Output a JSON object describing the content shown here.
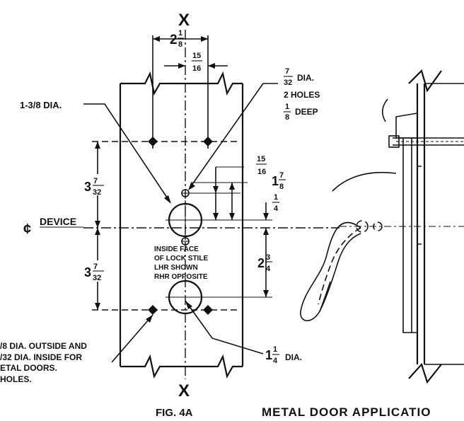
{
  "section_mark_top": "X",
  "section_mark_bottom": "X",
  "dimensions": {
    "width_whole": "2",
    "width_num": "1",
    "width_den": "8",
    "offset_num": "15",
    "offset_den": "16",
    "upper_whole": "3",
    "upper_num": "7",
    "upper_den": "32",
    "lower_whole": "3",
    "lower_num": "7",
    "lower_den": "32",
    "side_num": "15",
    "side_den": "16",
    "mid_whole": "1",
    "mid_num": "7",
    "mid_den": "8",
    "small_num": "1",
    "small_den": "4",
    "drop_whole": "2",
    "drop_num": "3",
    "drop_den": "4"
  },
  "callouts": {
    "large_hole": "1-3/8 DIA.",
    "small_holes_num": "7",
    "small_holes_den": "32",
    "small_holes_dia": "DIA.",
    "small_holes_count": "2 HOLES",
    "depth_num": "1",
    "depth_den": "8",
    "depth_label": "DEEP",
    "bottom_hole_whole": "1",
    "bottom_hole_num": "1",
    "bottom_hole_den": "4",
    "bottom_hole_dia": "DIA.",
    "mount_line1": "/8 DIA. OUTSIDE AND",
    "mount_line2": "/32 DIA. INSIDE FOR",
    "mount_line3": "ETAL DOORS.",
    "mount_line4": "HOLES."
  },
  "centerline_label": "DEVICE",
  "inside_note": [
    "INSIDE FACE",
    "OF LOCK STILE",
    "LHR SHOWN",
    "RHR OPPOSITE"
  ],
  "figure_label": "FIG. 4A",
  "figure_title": "METAL DOOR APPLICATIO"
}
